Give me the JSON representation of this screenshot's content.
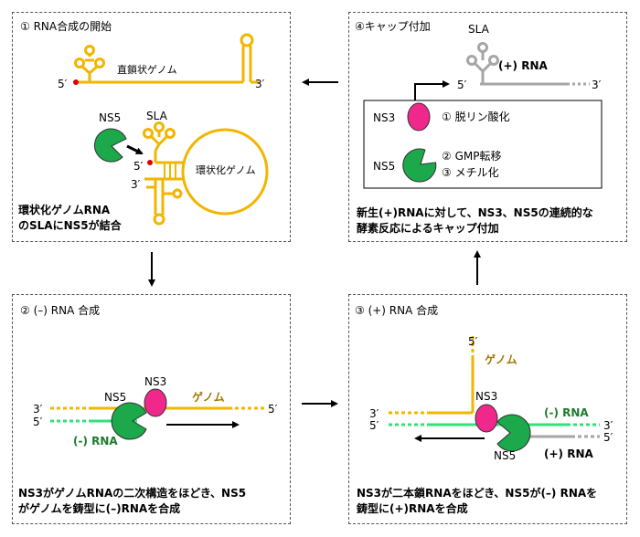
{
  "panel1": {
    "title": "① RNA合成の開始",
    "genome_label": "直鎖状ゲノム",
    "circ_label": "環状化ゲノム",
    "five_prime": "5′",
    "three_prime": "3′",
    "ns5_label": "NS5",
    "sla_label": "SLA",
    "caption_line1": "環状化ゲノムRNA",
    "caption_line2": "のSLAにNS5が結合"
  },
  "panel2": {
    "title": "② (–) RNA 合成",
    "three_prime": "3′",
    "five_prime": "5′",
    "ns5_label": "NS5",
    "ns3_label": "NS3",
    "genome_label": "ゲノム",
    "end_label": "5′",
    "minus_rna_label": "(-) RNA",
    "caption_line1": "NS3がゲノムRNAの二次構造をほどき、NS5",
    "caption_line2": "がゲノムを鋳型に(–)RNAを合成"
  },
  "panel3": {
    "title": "③ (+) RNA 合成",
    "top_five": "5′",
    "genome_label": "ゲノム",
    "ns3_label": "NS3",
    "left_three": "3′",
    "left_five": "5′",
    "minus_rna_label": "(-) RNA",
    "right_three": "3′",
    "right_five": "5′",
    "ns5_label": "NS5",
    "plus_rna_label": "(+) RNA",
    "caption_line1": "NS3が二本鎖RNAをほどき、NS5が(–) RNAを",
    "caption_line2": "鋳型に(+)RNAを合成"
  },
  "panel4": {
    "title": "④キャップ付加",
    "sla_label": "SLA",
    "plus_rna_label": "(+) RNA",
    "five_prime": "5′",
    "three_prime": "3′",
    "ns3_label": "NS3",
    "ns5_label": "NS5",
    "step1": "① 脱リン酸化",
    "step2": "② GMP転移",
    "step3": "③ メチル化",
    "caption_line1": "新生(+)RNAに対して、NS3、NS5の連続的な",
    "caption_line2": "酵素反応によるキャップ付加"
  },
  "colors": {
    "genome": "#F2B500",
    "minus_rna": "#33E07A",
    "plus_rna": "#A6A6A6",
    "ns5": "#1BA94C",
    "ns3": "#F0288C",
    "five_prime_dot": "#E00000",
    "minus_label": "#1F7A2E",
    "genome_label_text": "#A07800"
  }
}
